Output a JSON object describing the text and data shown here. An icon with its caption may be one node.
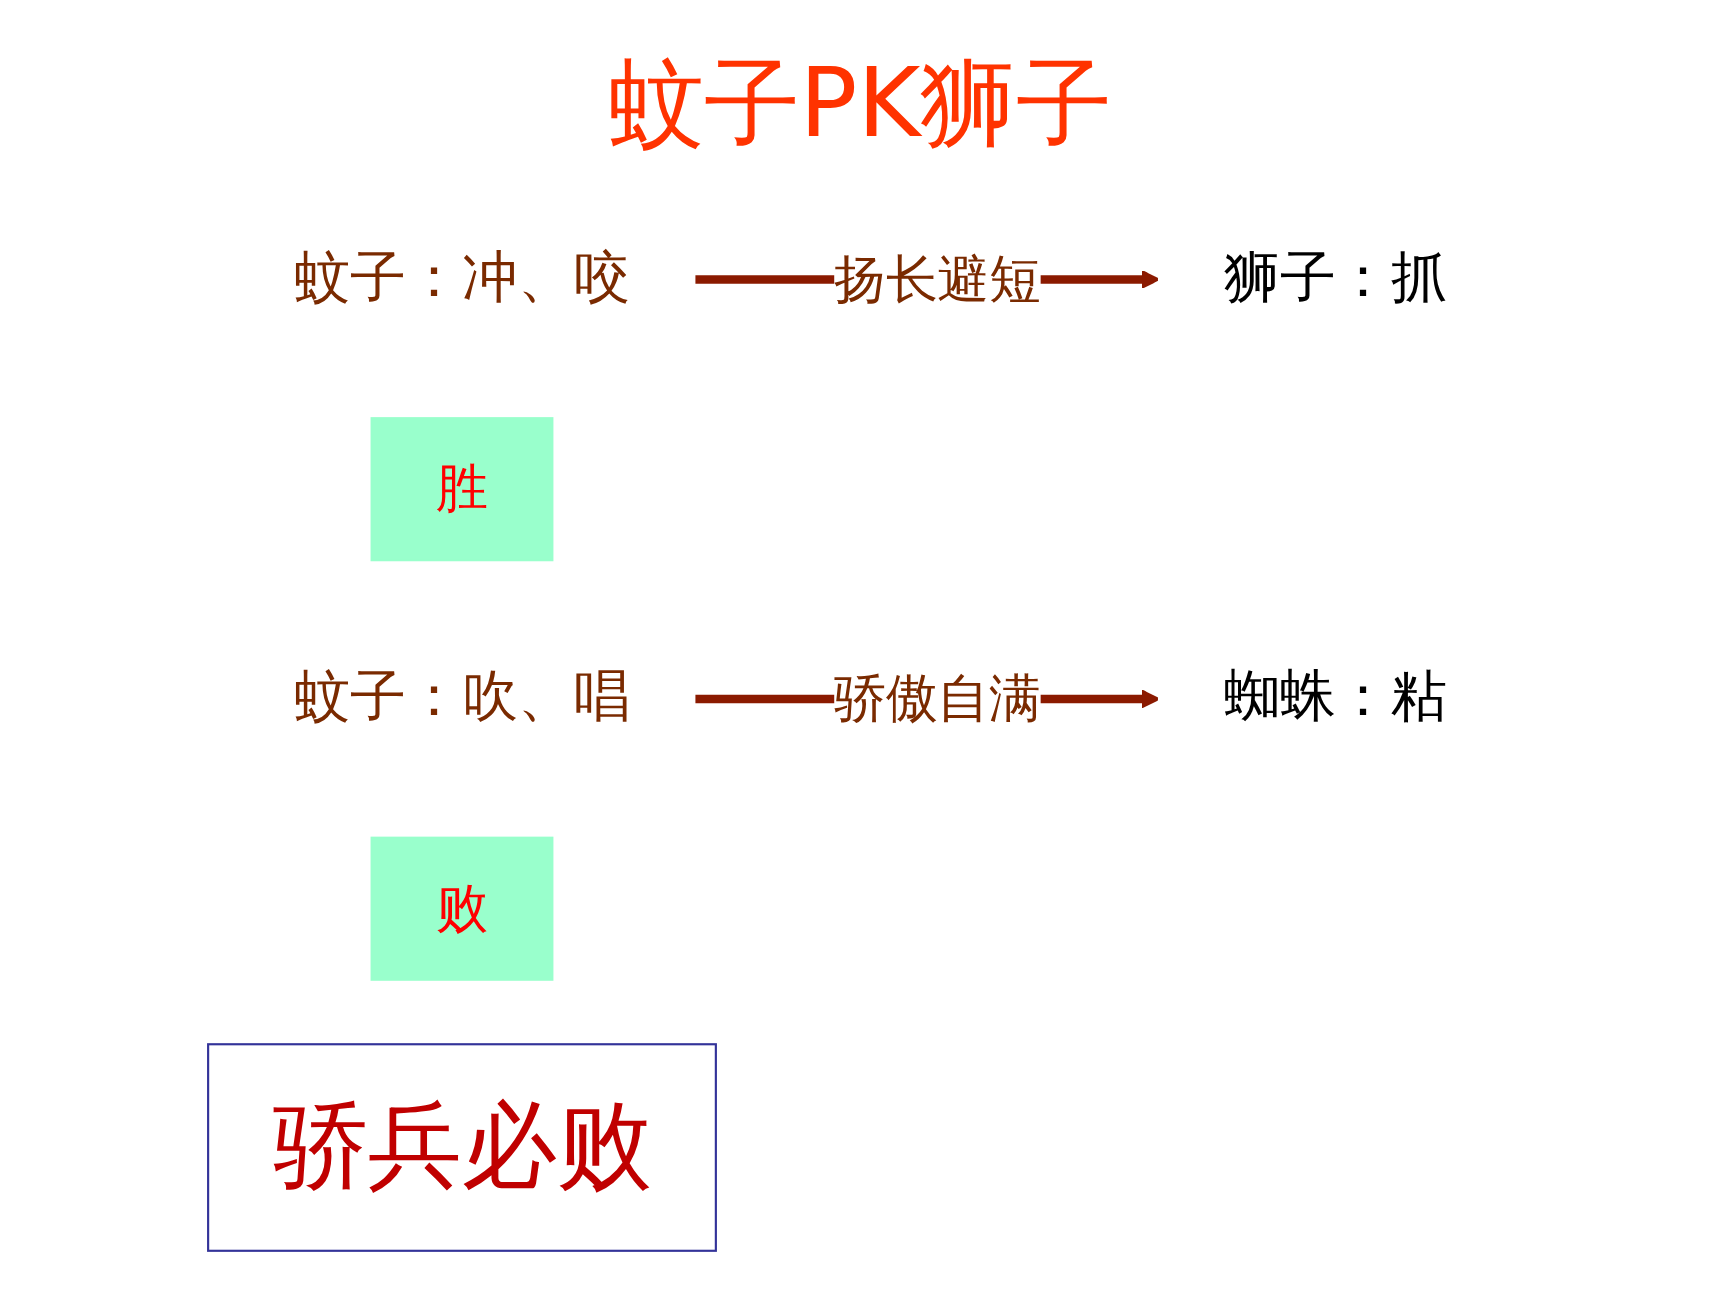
{
  "diagram": {
    "title": "蚊子PK狮子",
    "nodes": [
      {
        "text": [
          "蚊子：冲、咬"
        ]
      },
      {
        "text": [
          "狮子：抓"
        ]
      },
      {
        "text": [
          "胜"
        ]
      },
      {
        "text": [
          "蚊子：吹、唱"
        ]
      },
      {
        "text": [
          "蜘蛛：粘"
        ]
      },
      {
        "text": [
          "败"
        ]
      },
      {
        "text": [
          "骄兵必败"
        ]
      }
    ],
    "edges": [
      {
        "from": 0,
        "to": 1,
        "arrow": "to",
        "label": "扬长避短"
      },
      {
        "from": 3,
        "to": 4,
        "arrow": "to",
        "label": "骄傲自满"
      }
    ]
  }
}
